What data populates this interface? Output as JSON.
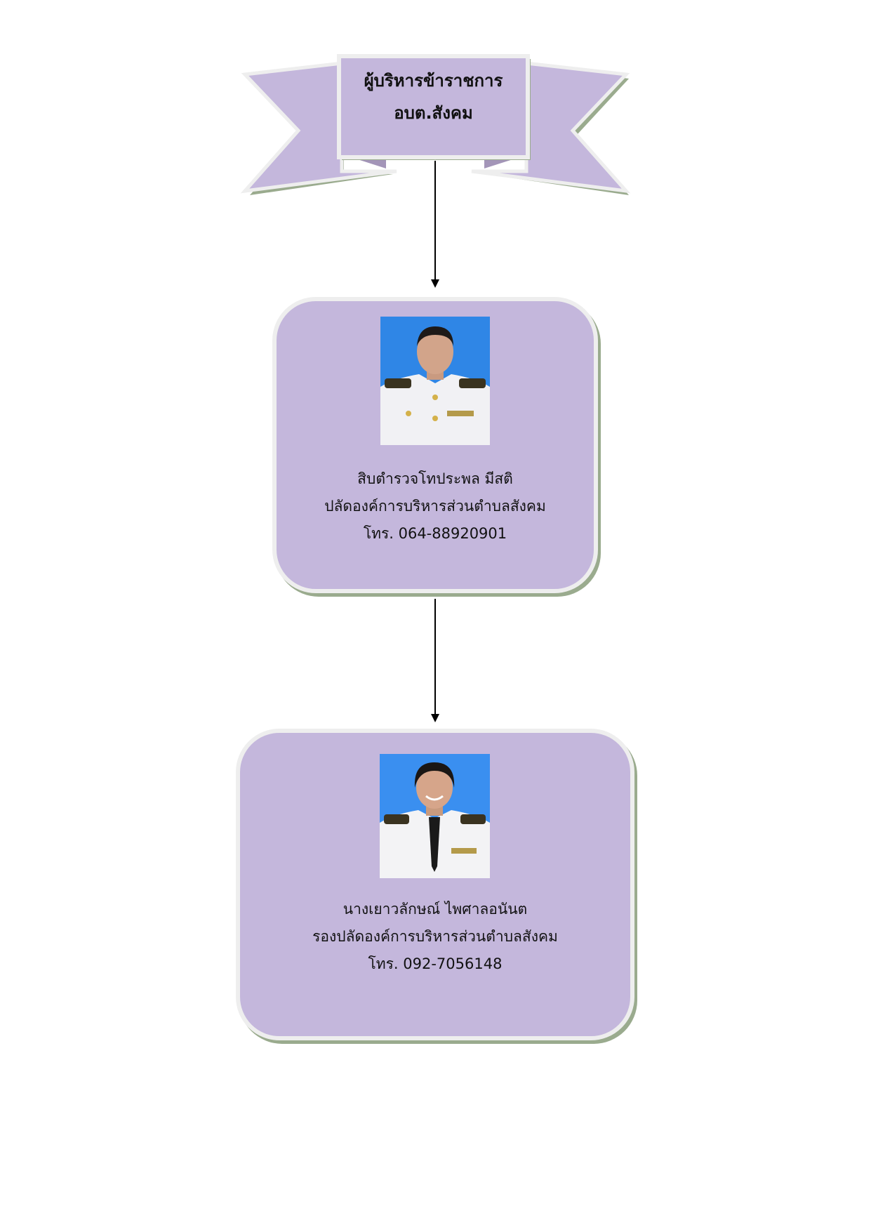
{
  "banner": {
    "line1": "ผู้บริหารข้าราชการ",
    "line2": "อบต.สังคม"
  },
  "colors": {
    "fill": "#c4b7dc",
    "border": "#eeeeee",
    "shadow": "#9aab8e",
    "photo_bg": "#2f86e6"
  },
  "people": [
    {
      "name": "สิบตำรวจโทประพล มีสติ",
      "position": "ปลัดองค์การบริหารส่วนตำบลสังคม",
      "phone": "โทร. 064-88920901"
    },
    {
      "name": "นางเยาวลักษณ์  ไพศาลอนันต",
      "position": "รองปลัดองค์การบริหารส่วนตำบลสังคม",
      "phone": "โทร. 092-7056148"
    }
  ]
}
